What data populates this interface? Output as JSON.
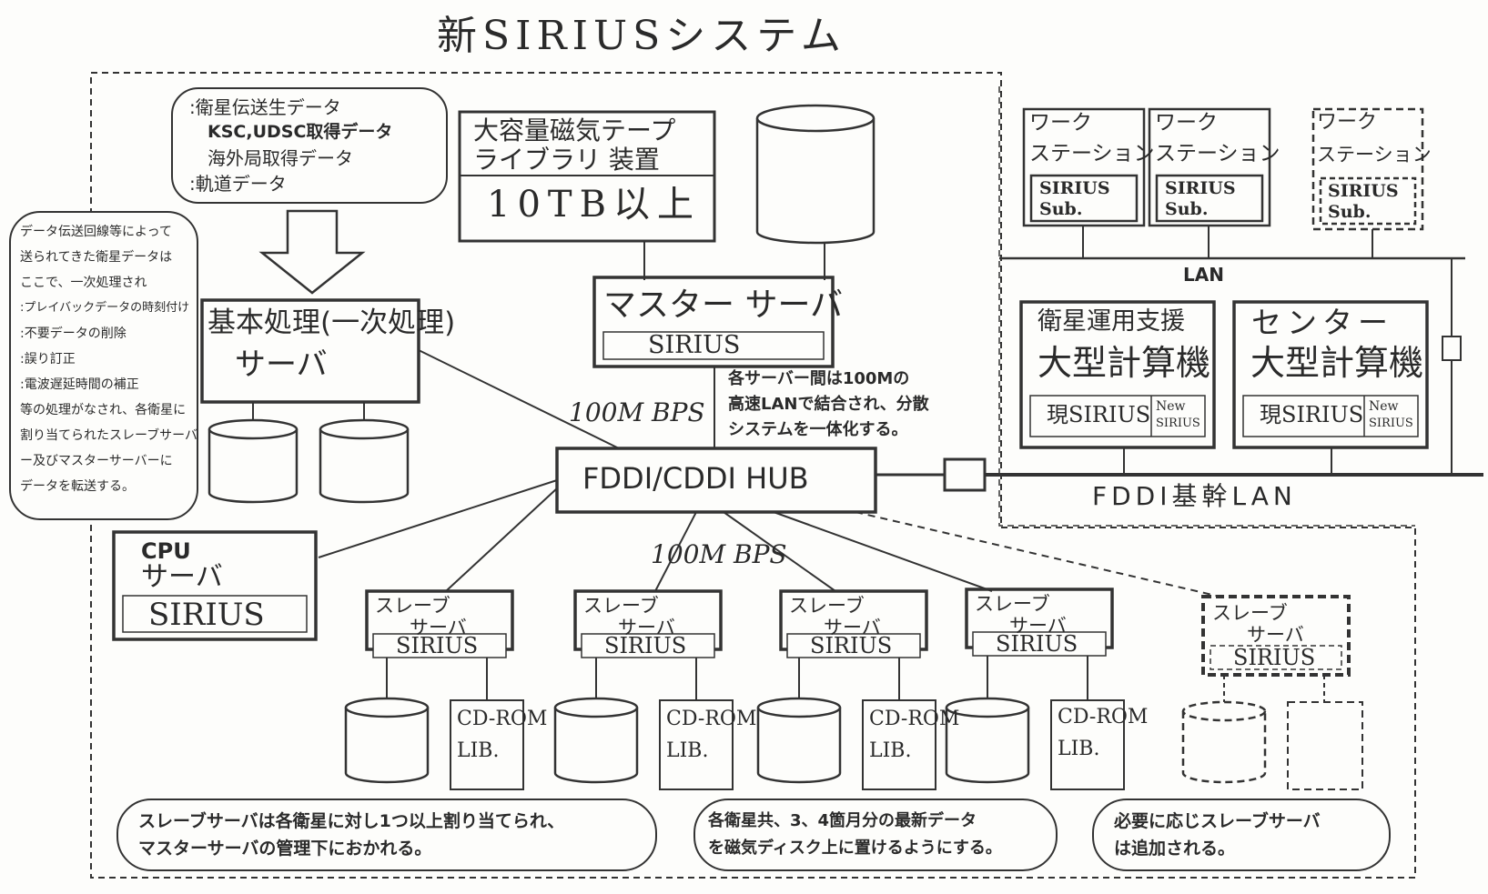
{
  "title": "新SIRIUSシステム",
  "data_note": [
    ":衛星伝送生データ",
    "KSC,UDSC取得データ",
    "海外局取得データ",
    ":軌道データ"
  ],
  "processing_note": [
    "データ伝送回線等によって",
    "送られてきた衛星データは",
    "ここで、一次処理され",
    ":プレイバックデータの時刻付け",
    ":不要データの削除",
    ":誤り訂正",
    ":電波遅延時間の補正",
    "等の処理がなされ、各衛星に",
    "割り当てられたスレーブサーバ",
    "ー及びマスターサーバーに",
    "データを転送する。"
  ],
  "tape_library": {
    "title_line1": "大容量磁気テープ",
    "title_line2": "ライブラリ 装置",
    "capacity": "10TB以上"
  },
  "basic_server": {
    "line1": "基本処理(一次処理)",
    "line2": "サーバ"
  },
  "master_server": {
    "label": "マスター サーバ",
    "sirius": "SIRIUS"
  },
  "lan_note": [
    "各サーバー間は100Mの",
    "高速LANで結合され、分散",
    "システムを一体化する。"
  ],
  "bps_label_top": "100M BPS",
  "bps_label_bottom": "100M BPS",
  "hub": "FDDI/CDDI HUB",
  "cpu_server": {
    "line1": "CPU",
    "line2": "サーバ",
    "sirius": "SIRIUS"
  },
  "workstations": [
    {
      "line1": "ワーク",
      "line2": "ステーション",
      "sub1": "SIRIUS",
      "sub2": "Sub."
    },
    {
      "line1": "ワーク",
      "line2": "ステーション",
      "sub1": "SIRIUS",
      "sub2": "Sub."
    },
    {
      "line1": "ワーク",
      "line2": "ステーション",
      "sub1": "SIRIUS",
      "sub2": "Sub."
    }
  ],
  "lan_label": "LAN",
  "mainframes": [
    {
      "line1": "衛星運用支援",
      "line2": "大型計算機",
      "current": "現SIRIUS",
      "new1": "New",
      "new2": "SIRIUS"
    },
    {
      "line1": "センター",
      "line2": "大型計算機",
      "current": "現SIRIUS",
      "new1": "New",
      "new2": "SIRIUS"
    }
  ],
  "fddi_backbone": "FDDI基幹LAN",
  "slave_servers": [
    {
      "line1": "スレーブ",
      "line2": "サーバ",
      "sirius": "SIRIUS",
      "cdrom1": "CD-ROM",
      "cdrom2": "LIB."
    },
    {
      "line1": "スレーブ",
      "line2": "サーバ",
      "sirius": "SIRIUS",
      "cdrom1": "CD-ROM",
      "cdrom2": "LIB."
    },
    {
      "line1": "スレーブ",
      "line2": "サーバ",
      "sirius": "SIRIUS",
      "cdrom1": "CD-ROM",
      "cdrom2": "LIB."
    },
    {
      "line1": "スレーブ",
      "line2": "サーバ",
      "sirius": "SIRIUS",
      "cdrom1": "CD-ROM",
      "cdrom2": "LIB."
    },
    {
      "line1": "スレーブ",
      "line2": "サーバ",
      "sirius": "SIRIUS"
    }
  ],
  "bottom_notes": [
    [
      "スレーブサーバは各衛星に対し1つ以上割り当てられ、",
      "マスターサーバの管理下におかれる。"
    ],
    [
      "各衛星共、3、4箇月分の最新データ",
      "を磁気ディスク上に置けるようにする。"
    ],
    [
      "必要に応じスレーブサーバ",
      "は追加される。"
    ]
  ]
}
